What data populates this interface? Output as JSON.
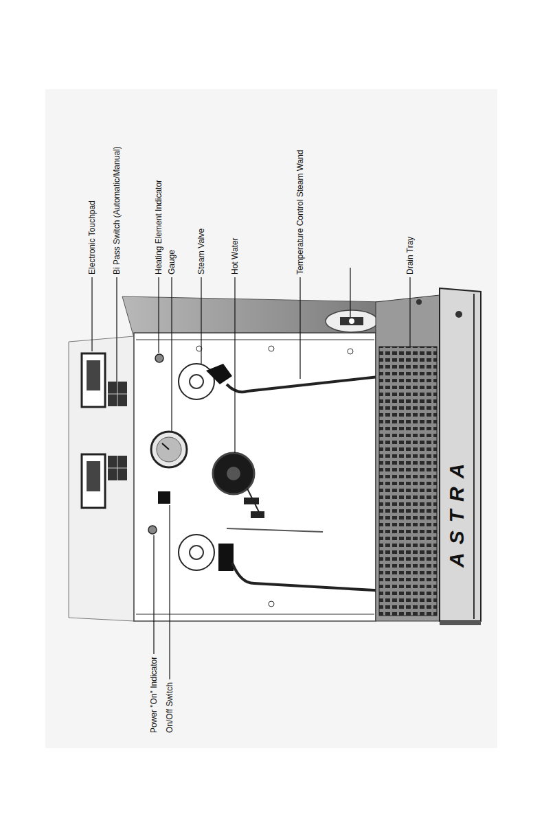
{
  "diagram": {
    "labels": [
      "Electronic Touchpad",
      "Bi Pass Switch (Automatic/Manual)",
      "Heating Element Indicator",
      "Gauge",
      "Steam Valve",
      "Hot Water",
      "Temperature Control Steam Wand",
      "Drain Tray",
      "Power \"On\" Indicator",
      "On/Off Switch",
      "ASTRA"
    ]
  }
}
